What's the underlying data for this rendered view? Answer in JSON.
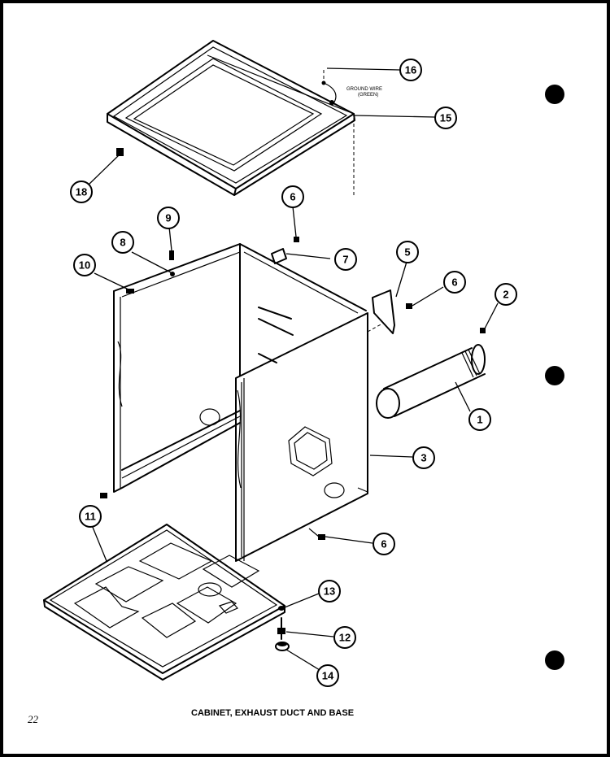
{
  "caption": "CABINET, EXHAUST DUCT AND BASE",
  "page_number": "22",
  "callouts": {
    "duct": "1",
    "screw_duct": "2",
    "cabinet": "3",
    "plate": "5",
    "screw_top": "6",
    "screw_plate": "6",
    "screw_bottom": "6",
    "clip": "7",
    "grommet": "8",
    "screw_9": "9",
    "spacer": "10",
    "base": "11",
    "leveling_leg": "12",
    "nut": "13",
    "foot": "14",
    "top": "15",
    "screw_16": "16",
    "screw_18": "18"
  },
  "annotations": {
    "ground_wire": "GROUND WIRE",
    "ground_wire_color": "(GREEN)"
  }
}
